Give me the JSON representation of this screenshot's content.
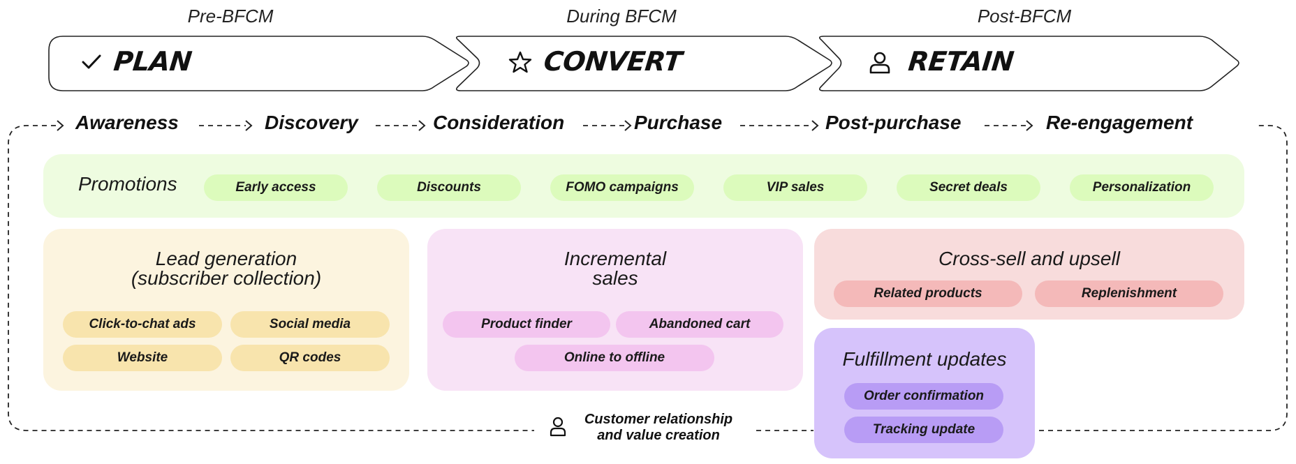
{
  "phases": [
    {
      "label": "Pre-BFCM",
      "title": "PLAN",
      "icon": "check-icon"
    },
    {
      "label": "During BFCM",
      "title": "CONVERT",
      "icon": "star-icon"
    },
    {
      "label": "Post-BFCM",
      "title": "RETAIN",
      "icon": "person-icon"
    }
  ],
  "stages": [
    "Awareness",
    "Discovery",
    "Consideration",
    "Purchase",
    "Post-purchase",
    "Re-engagement"
  ],
  "promotions": {
    "title": "Promotions",
    "color": "#eefce0",
    "pill_color": "#dcfbbc",
    "items": [
      "Early access",
      "Discounts",
      "FOMO campaigns",
      "VIP sales",
      "Secret deals",
      "Personalization"
    ]
  },
  "lead_generation": {
    "title_line1": "Lead generation",
    "title_line2": "(subscriber collection)",
    "color": "#fcf4df",
    "pill_color": "#f8e4ad",
    "items": [
      "Click-to-chat ads",
      "Social media",
      "Website",
      "QR codes"
    ]
  },
  "incremental_sales": {
    "title_line1": "Incremental",
    "title_line2": "sales",
    "color": "#f8e3f6",
    "pill_color": "#f3c5ef",
    "items": [
      "Product finder",
      "Abandoned cart",
      "Online to offline"
    ]
  },
  "cross_sell": {
    "title": "Cross-sell and upsell",
    "color": "#f8dcdc",
    "pill_color": "#f4b9b9",
    "items": [
      "Related products",
      "Replenishment"
    ]
  },
  "fulfillment": {
    "title": "Fulfillment updates",
    "color": "#d6c3fb",
    "pill_color": "#b89cf5",
    "items": [
      "Order confirmation",
      "Tracking update"
    ]
  },
  "customer_relationship": {
    "line1": "Customer relationship",
    "line2": "and value creation",
    "icon": "person-icon"
  }
}
